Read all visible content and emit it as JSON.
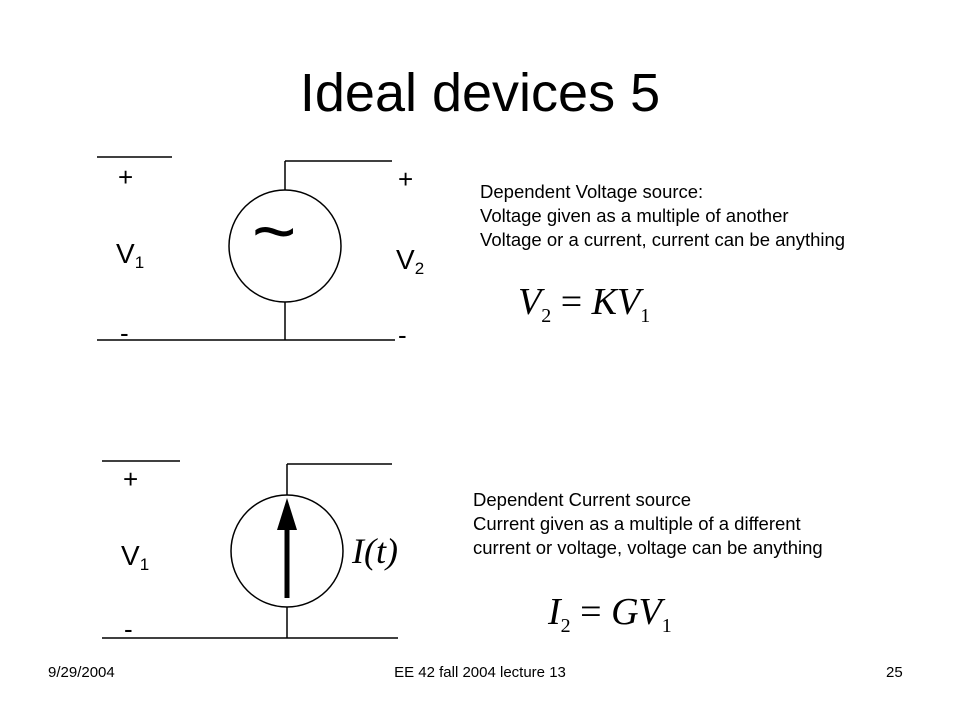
{
  "title": "Ideal devices 5",
  "voltage_source": {
    "left_plus": "+",
    "left_minus": "-",
    "left_label_main": "V",
    "left_label_sub": "1",
    "right_plus": "+",
    "right_minus": "-",
    "right_label_main": "V",
    "right_label_sub": "2",
    "symbol": "~",
    "description": [
      "Dependent Voltage source:",
      "Voltage given as a multiple of another",
      "Voltage or a current, current can be anything"
    ],
    "equation": {
      "lhs": "V",
      "lhs_sub": "2",
      "eq": "=",
      "coef": "K",
      "rhs": "V",
      "rhs_sub": "1"
    }
  },
  "current_source": {
    "left_plus": "+",
    "left_minus": "-",
    "left_label_main": "V",
    "left_label_sub": "1",
    "current_label": "I(t)",
    "description": [
      "Dependent Current source",
      "Current given as a multiple of a different",
      "current or voltage, voltage can be anything"
    ],
    "equation": {
      "lhs": "I",
      "lhs_sub": "2",
      "eq": "=",
      "coef": "G",
      "rhs": "V",
      "rhs_sub": "1"
    }
  },
  "footer": {
    "date": "9/29/2004",
    "course": "EE 42 fall 2004 lecture 13",
    "page": "25"
  }
}
